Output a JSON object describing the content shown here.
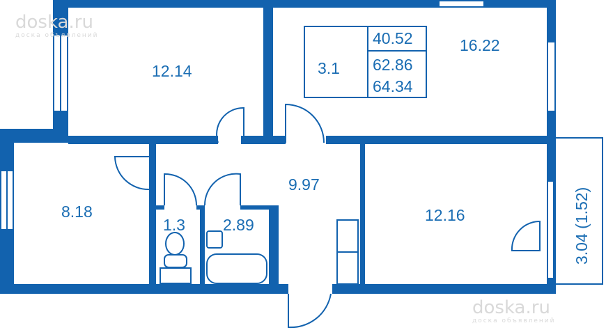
{
  "rooms": {
    "bedroom_top_left": "12.14",
    "living_room": "16.22",
    "bedroom_left": "8.18",
    "wc": "1.3",
    "bathroom": "2.89",
    "hall": "9.97",
    "bedroom_right": "12.16",
    "balcony": "3.04 (1.52)"
  },
  "summary": {
    "kitchen": "3.1",
    "living_area": "40.52",
    "total_area": "62.86",
    "total_with_balcony": "64.34"
  },
  "watermark": {
    "brand": "doska.ru",
    "tagline": "доска объявлений"
  },
  "colors": {
    "wall": "#1262ae",
    "label": "#1a6db3"
  }
}
